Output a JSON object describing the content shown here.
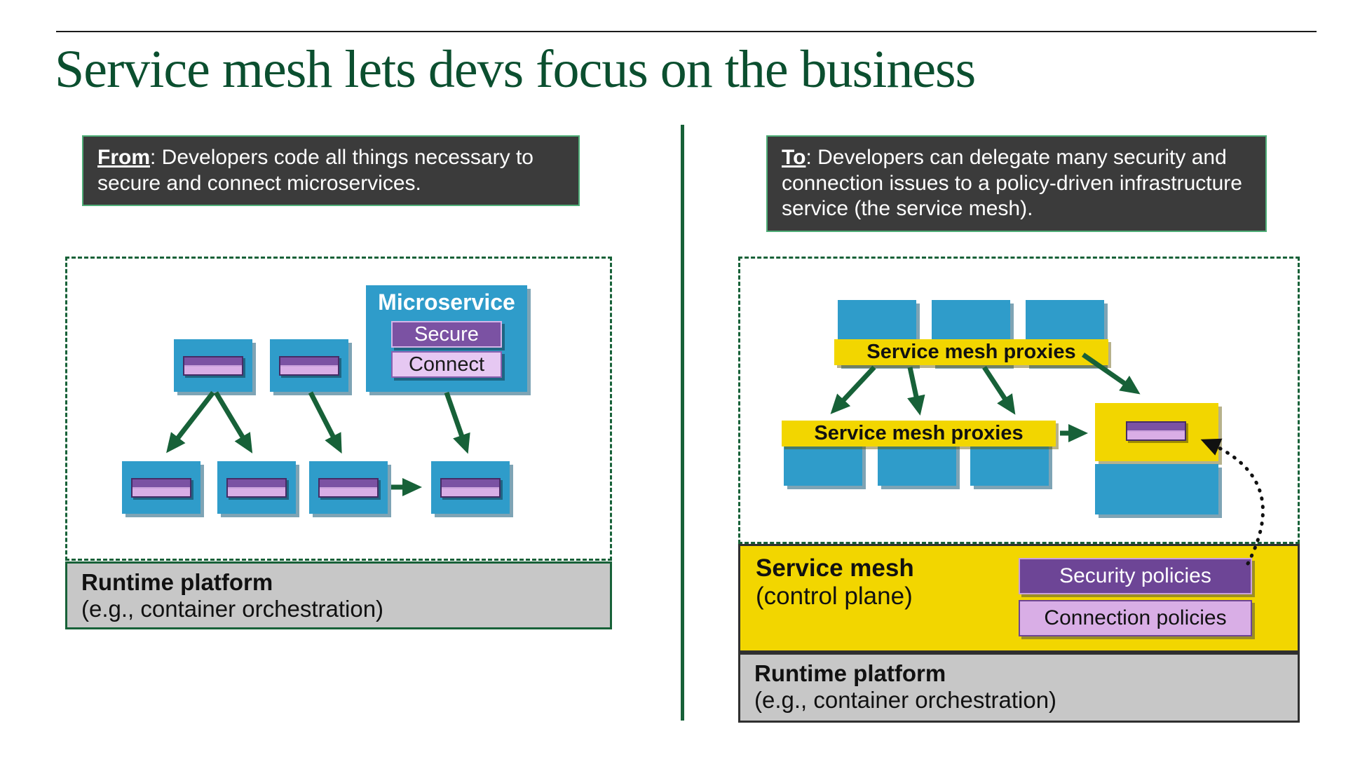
{
  "title": "Service mesh lets devs focus on the business",
  "left": {
    "callout": {
      "lead": "From",
      "rest": ": Developers code all things necessary to secure and connect microservices."
    },
    "microservice": {
      "label": "Microservice",
      "secure_label": "Secure",
      "connect_label": "Connect"
    },
    "runtime_platform": {
      "title": "Runtime platform",
      "subtitle": "(e.g., container orchestration)"
    }
  },
  "right": {
    "callout": {
      "lead": "To",
      "rest": ": Developers can delegate many security and connection issues to a policy-driven infrastructure service (the service mesh)."
    },
    "proxies_top_label": "Service mesh proxies",
    "proxies_mid_label": "Service mesh proxies",
    "control_plane": {
      "title": "Service mesh",
      "subtitle": "(control plane)",
      "security_label": "Security policies",
      "connection_label": "Connection policies"
    },
    "runtime_platform": {
      "title": "Runtime platform",
      "subtitle": "(e.g., container orchestration)"
    }
  },
  "colors": {
    "title_green": "#0b4f2f",
    "arrow_green": "#176138",
    "service_blue": "#2f9cca",
    "purple_dark": "#7b52a3",
    "purple_light": "#d9aee6",
    "mesh_yellow": "#f2d600",
    "callout_bg": "#3b3b3b",
    "callout_border": "#4fae78",
    "platform_gray": "#c7c7c7"
  }
}
